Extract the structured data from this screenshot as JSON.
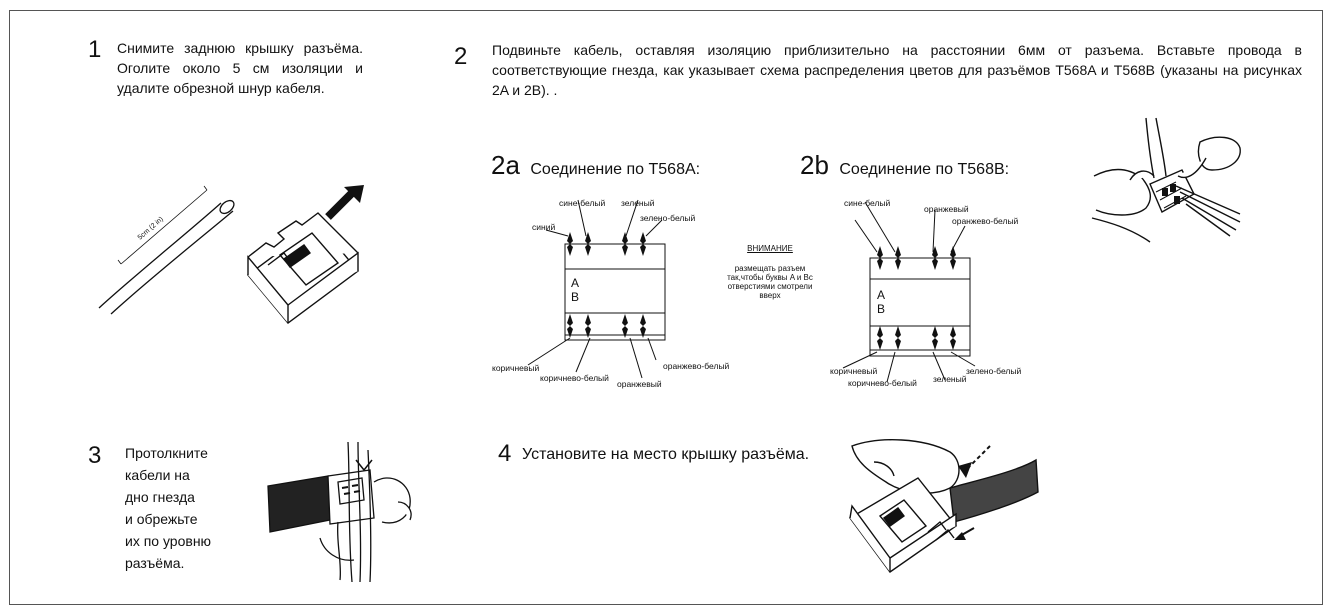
{
  "step1": {
    "number": "1",
    "text": "Снимите заднюю крышку разъёма. Оголите около 5 см изоляции и удалите обрезной шнур кабеля.",
    "ruler": "5cm (2 in)"
  },
  "step2": {
    "number": "2",
    "text": "Подвиньте кабель, оставляя изоляцию приблизительно на расстоянии 6мм от разъема. Вставьте провода в соответствующие гнезда, как указывает схема распределения цветов для разъёмов T568A и T568B (указаны на рисунках 2A и 2B). ."
  },
  "diagram_a": {
    "prefix": "2a",
    "title": "Соединение по T568A:",
    "labels": {
      "top1": "сине-белый",
      "top2": "синий",
      "top3": "зеленый",
      "top4": "зелено-белый",
      "bot1": "коричневый",
      "bot2": "коричнево-белый",
      "bot3": "оранжевый",
      "bot4": "оранжево-белый"
    },
    "letter_a": "A",
    "letter_b": "B"
  },
  "warning": {
    "title": "ВНИМАНИЕ",
    "text": "размещать разъем так,чтобы буквы  A и Bс отверстиями смотрели вверх"
  },
  "diagram_b": {
    "prefix": "2b",
    "title": "Соединение по T568B:",
    "labels": {
      "top1": "сине-белый",
      "top2": "оранжевый",
      "top3": "оранжево-белый",
      "bot1": "коричневый",
      "bot2": "коричнево-белый",
      "bot3": "зеленый",
      "bot4": "зелено-белый"
    },
    "letter_a": "A",
    "letter_b": "B"
  },
  "step3": {
    "number": "3",
    "lines": [
      "Протолкните",
      "кабели на",
      "дно гнезда",
      "и обрежьте",
      "их по уровню",
      "разъёма."
    ]
  },
  "step4": {
    "number": "4",
    "text": "Установите на место крышку разъёма."
  },
  "colors": {
    "ink": "#111111",
    "border": "#555555",
    "paper": "#ffffff",
    "shade": "#888888"
  }
}
